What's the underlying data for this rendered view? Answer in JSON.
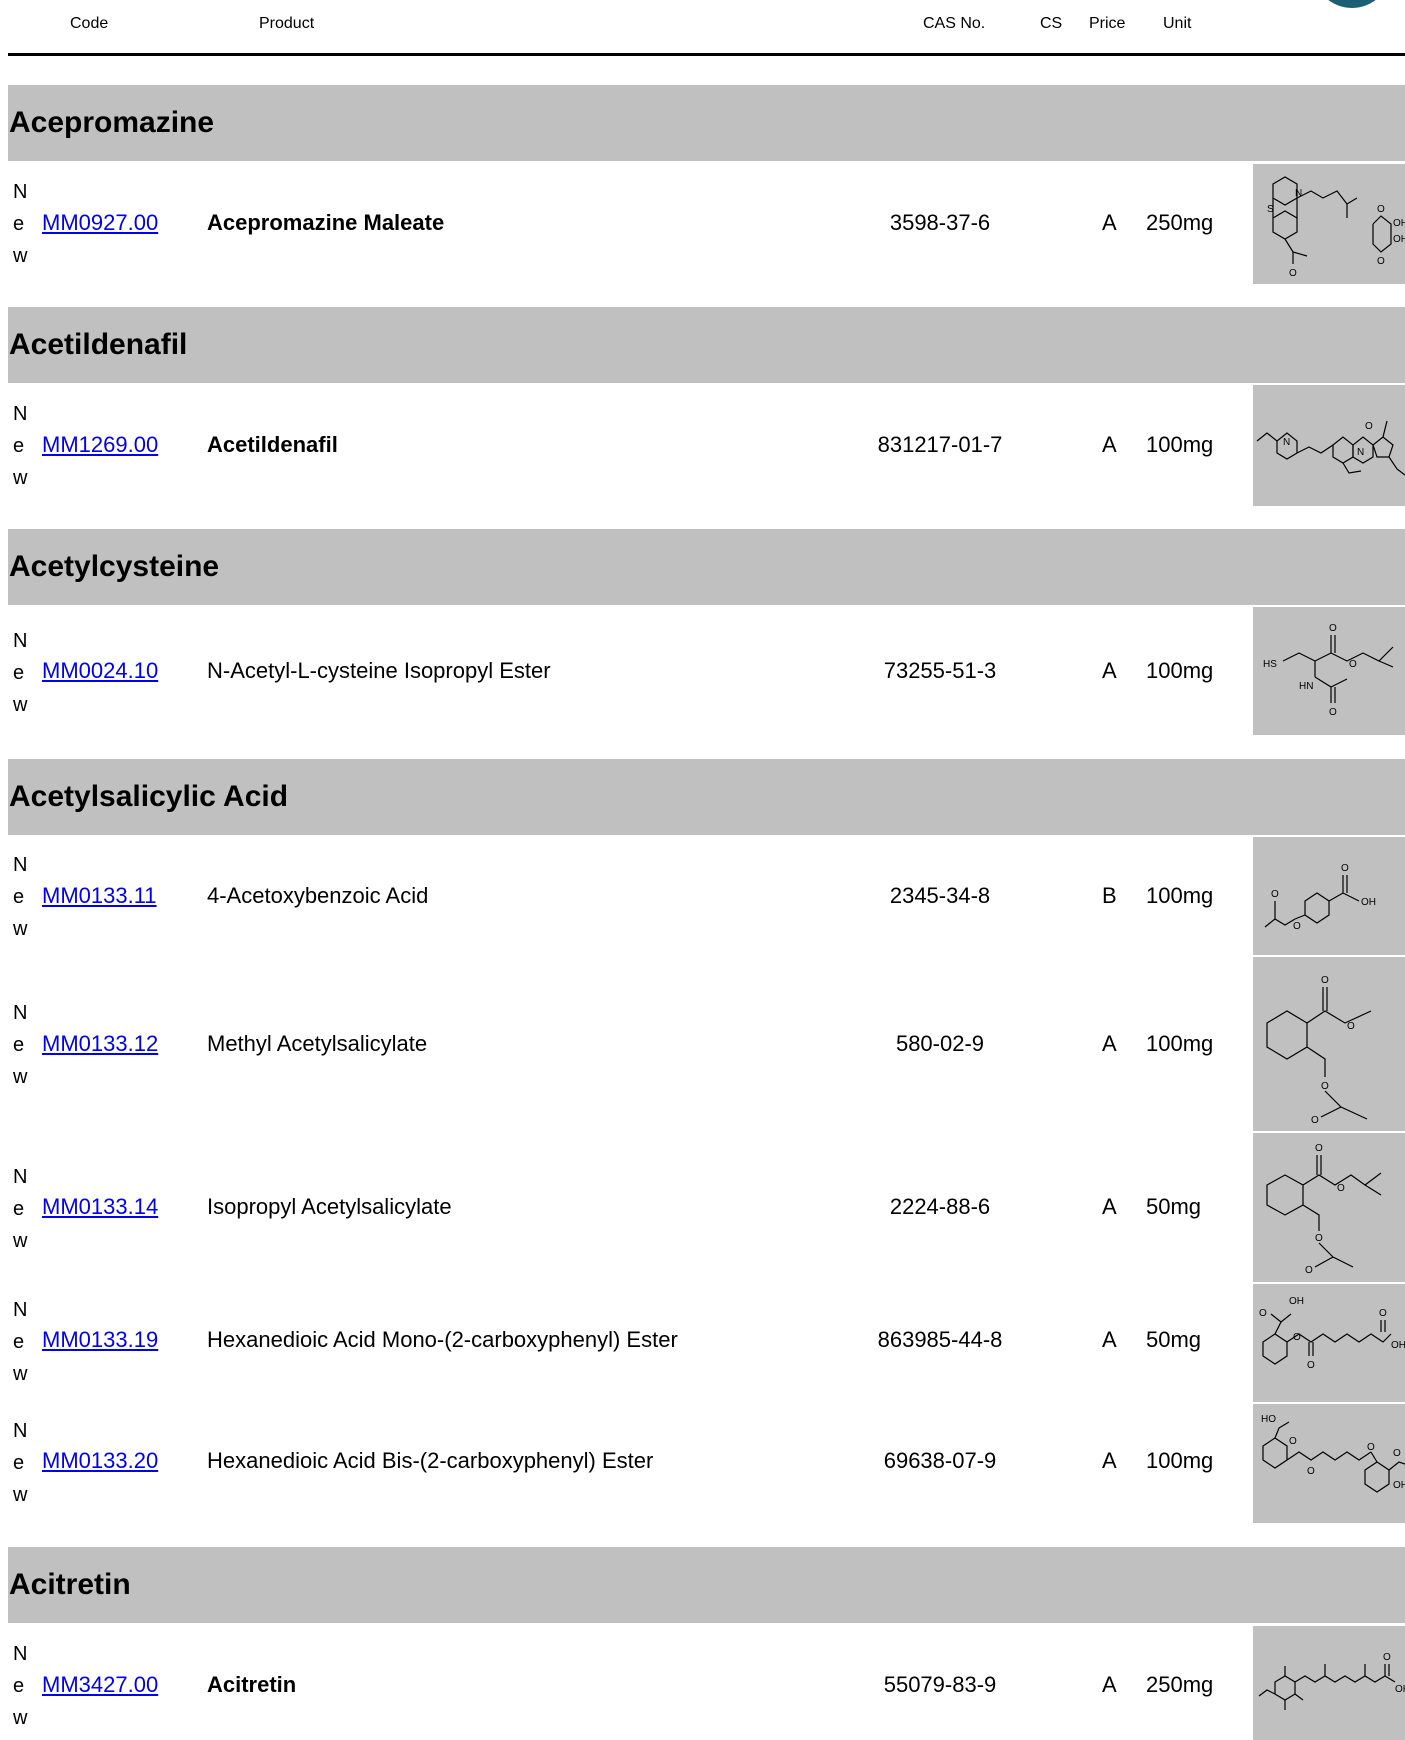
{
  "header": {
    "code": "Code",
    "product": "Product",
    "cas": "CAS No.",
    "cs": "CS",
    "price": "Price",
    "unit": "Unit"
  },
  "new_label": [
    "N",
    "e",
    "w"
  ],
  "groups": [
    {
      "title": "Acepromazine"
    },
    {
      "title": "Acetildenafil"
    },
    {
      "title": "Acetylcysteine"
    },
    {
      "title": "Acetylsalicylic Acid"
    },
    {
      "title": "Acitretin"
    }
  ],
  "rows": [
    {
      "code": "MM0927.00",
      "product": "Acepromazine Maleate",
      "cas": "3598-37-6",
      "cs": "A",
      "unit": "250mg",
      "bold": true
    },
    {
      "code": "MM1269.00",
      "product": "Acetildenafil",
      "cas": "831217-01-7",
      "cs": "A",
      "unit": "100mg",
      "bold": true
    },
    {
      "code": "MM0024.10",
      "product": "N-Acetyl-L-cysteine Isopropyl Ester",
      "cas": "73255-51-3",
      "cs": "A",
      "unit": "100mg",
      "bold": false
    },
    {
      "code": "MM0133.11",
      "product": "4-Acetoxybenzoic Acid",
      "cas": "2345-34-8",
      "cs": "B",
      "unit": "100mg",
      "bold": false
    },
    {
      "code": "MM0133.12",
      "product": "Methyl Acetylsalicylate",
      "cas": "580-02-9",
      "cs": "A",
      "unit": "100mg",
      "bold": false
    },
    {
      "code": "MM0133.14",
      "product": "Isopropyl Acetylsalicylate",
      "cas": "2224-88-6",
      "cs": "A",
      "unit": "50mg",
      "bold": false
    },
    {
      "code": "MM0133.19",
      "product": "Hexanedioic Acid Mono-(2-carboxyphenyl) Ester",
      "cas": "863985-44-8",
      "cs": "A",
      "unit": "50mg",
      "bold": false
    },
    {
      "code": "MM0133.20",
      "product": "Hexanedioic Acid Bis-(2-carboxyphenyl) Ester",
      "cas": "69638-07-9",
      "cs": "A",
      "unit": "100mg",
      "bold": false
    },
    {
      "code": "MM3427.00",
      "product": "Acitretin",
      "cas": "55079-83-9",
      "cs": "A",
      "unit": "250mg",
      "bold": true
    }
  ],
  "structure_labels": {
    "s0": [
      "N",
      "S",
      "O",
      "O",
      "OH",
      "OH",
      "O"
    ],
    "s1": [
      "N",
      "N",
      "O"
    ],
    "s2": [
      "HS",
      "HN",
      "O",
      "O",
      "O"
    ],
    "s3": [
      "O",
      "O",
      "OH",
      "O"
    ],
    "s4": [
      "O",
      "O",
      "O",
      "O"
    ],
    "s5": [
      "O",
      "O",
      "O",
      "O"
    ],
    "s6": [
      "OH",
      "O",
      "O",
      "O",
      "OH",
      "O"
    ],
    "s7": [
      "HO",
      "O",
      "O",
      "O",
      "OH",
      "O"
    ],
    "s8": [
      "O",
      "OH"
    ]
  }
}
